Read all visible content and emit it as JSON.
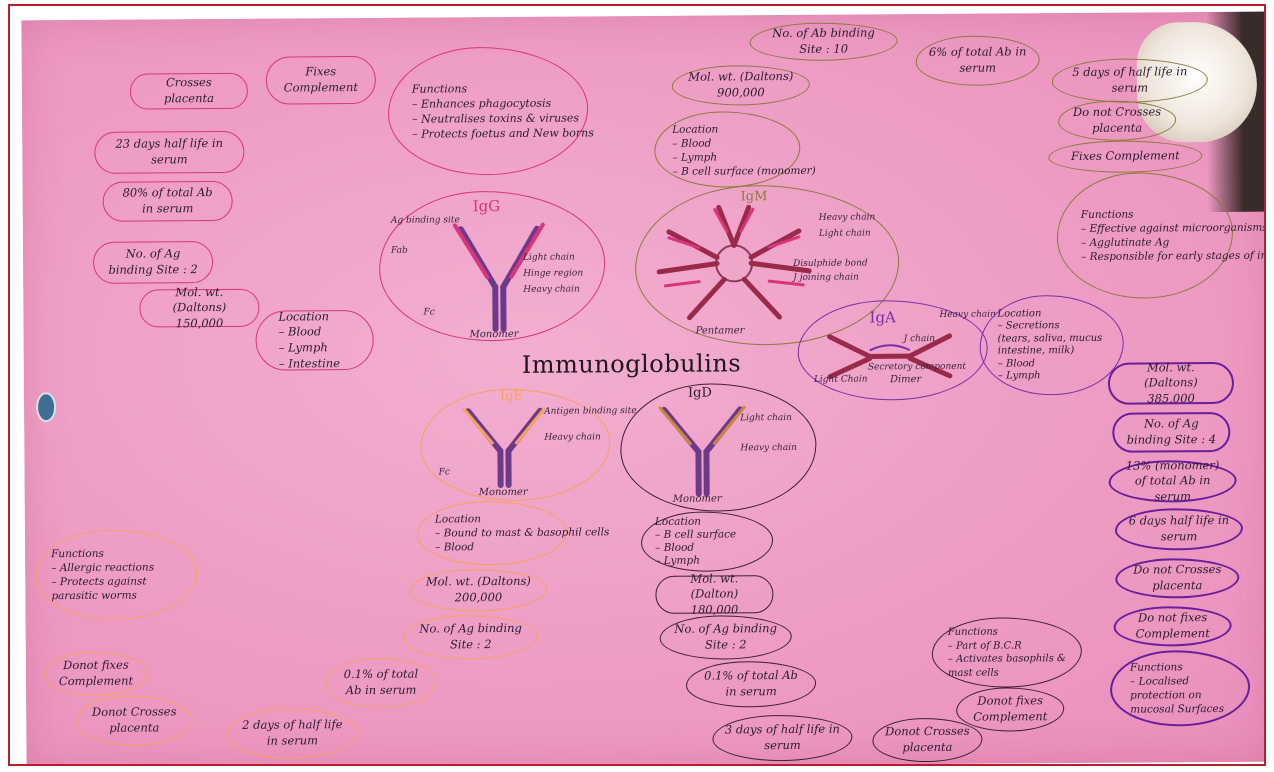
{
  "title": "Immunoglobulins",
  "igg": {
    "name": "IgG",
    "diagram_caption": "Monomer",
    "labels": [
      "Ag binding site",
      "Fab",
      "Light chain",
      "Hinge region",
      "Heavy chain",
      "Fc"
    ],
    "facts": {
      "crosses_placenta": "Crosses placenta",
      "complement": "Fixes Complement",
      "half_life": "23 days half life in serum",
      "percent": "80% of total Ab in serum",
      "binding": "No. of Ag binding Site : 2",
      "mol_wt": "Mol. wt. (Daltons) 150,000",
      "location_title": "Location",
      "location_items": [
        "– Blood",
        "– Lymph",
        "– Intestine"
      ],
      "functions_title": "Functions",
      "functions_items": [
        "– Enhances phagocytosis",
        "– Neutralises toxins & viruses",
        "– Protects foetus and New borns"
      ]
    }
  },
  "igm": {
    "name": "IgM",
    "diagram_caption": "Pentamer",
    "labels": [
      "Heavy chain",
      "Light chain",
      "Disulphide bond",
      "J joining chain"
    ],
    "facts": {
      "binding": "No. of Ab binding Site : 10",
      "percent": "6% of total Ab in serum",
      "mol_wt": "Mol. wt. (Daltons) 900,000",
      "location_title": "Location",
      "location_items": [
        "– Blood",
        "– Lymph",
        "– B cell surface (monomer)"
      ],
      "half_life": "5 days of half life in serum",
      "placenta": "Do not Crosses placenta",
      "complement": "Fixes Complement",
      "functions_title": "Functions",
      "functions_items": [
        "– Effective against microorganisms",
        "– Agglutinate Ag",
        "– Responsible for early stages of immunity"
      ]
    }
  },
  "iga": {
    "name": "IgA",
    "diagram_caption": "Dimer",
    "labels": [
      "Heavy chain",
      "Secretory component",
      "J chain",
      "Light Chain"
    ],
    "facts": {
      "location_title": "Location",
      "location_items": [
        "– Secretions",
        "(tears, saliva, mucus",
        "intestine, milk)",
        "– Blood",
        "– Lymph"
      ],
      "mol_wt": "Mol. wt. (Daltons) 385,000",
      "binding": "No. of Ag binding Site : 4",
      "percent": "13% (monomer) of total Ab in serum",
      "half_life": "6 days half life in serum",
      "placenta": "Do not Crosses placenta",
      "complement": "Do not fixes Complement",
      "functions_title": "Functions",
      "functions_items": [
        "– Localised protection on mucosal Surfaces"
      ]
    }
  },
  "ige": {
    "name": "IgE",
    "diagram_caption": "Monomer",
    "labels": [
      "Antigen binding site",
      "Heavy chain",
      "Fc"
    ],
    "facts": {
      "location_title": "Location",
      "location_items": [
        "– Bound to mast & basophil cells",
        "– Blood"
      ],
      "mol_wt": "Mol. wt. (Daltons) 200,000",
      "binding": "No. of Ag binding Site : 2",
      "percent": "0.1% of total Ab in serum",
      "half_life": "2 days of half life in serum",
      "complement": "Donot fixes Complement",
      "placenta": "Donot Crosses placenta",
      "functions_title": "Functions",
      "functions_items": [
        "– Allergic reactions",
        "– Protects against parasitic worms"
      ]
    }
  },
  "igd": {
    "name": "IgD",
    "diagram_caption": "Monomer",
    "labels": [
      "Light chain",
      "Heavy chain"
    ],
    "facts": {
      "location_title": "Location",
      "location_items": [
        "– B cell surface",
        "– Blood",
        "– Lymph"
      ],
      "mol_wt": "Mol. wt. (Dalton) 180,000",
      "binding": "No. of Ag binding Site : 2",
      "percent": "0.1% of total Ab in serum",
      "half_life": "3 days of half life in serum",
      "complement": "Donot fixes Complement",
      "placenta": "Donot Crosses placenta",
      "functions_title": "Functions",
      "functions_items": [
        "– Part of B.C.R",
        "– Activates basophils & mast cells"
      ]
    }
  },
  "colors": {
    "paper": "#ee9cc4",
    "igg": "#d8357b",
    "igm": "#8d7a3a",
    "iga": "#7a2fa8",
    "ige": "#f5a35a",
    "igd": "#3d1f32",
    "border": "#b5202a"
  }
}
